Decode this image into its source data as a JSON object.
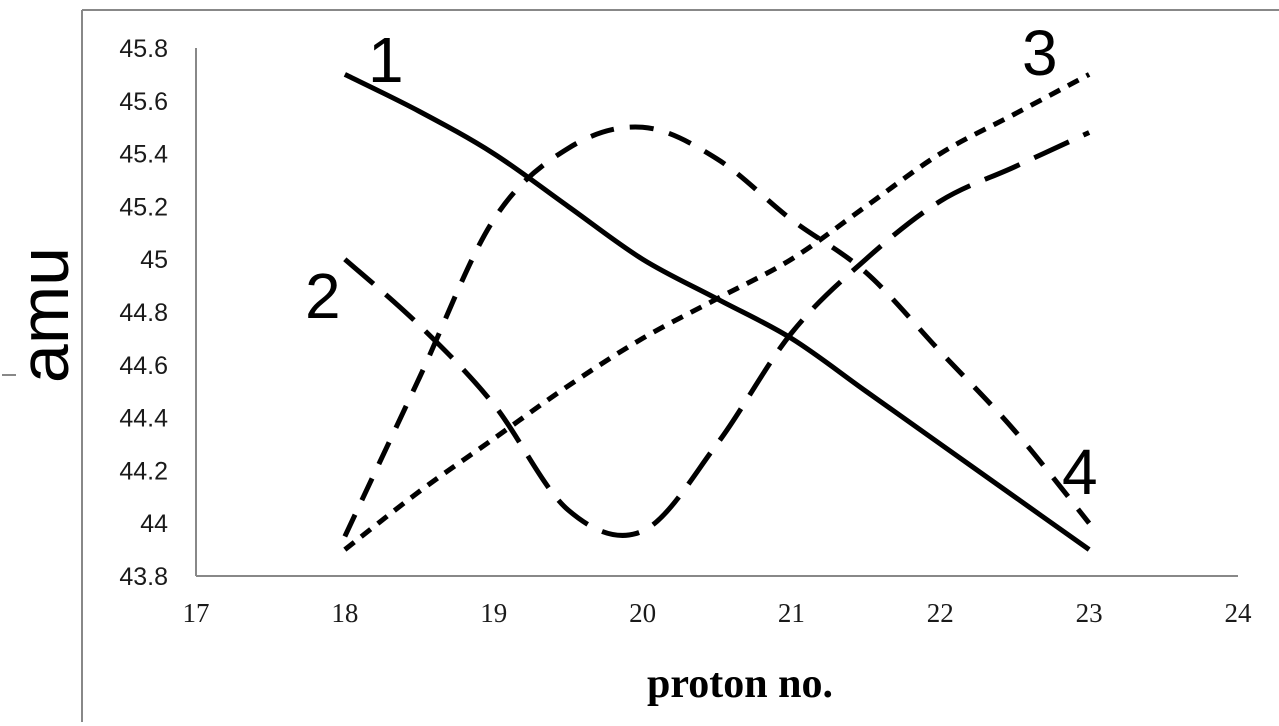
{
  "chart_data": {
    "type": "line",
    "xlabel": "proton no.",
    "ylabel": "amu",
    "xlim": [
      17,
      24
    ],
    "ylim": [
      43.8,
      45.8
    ],
    "x_ticks": [
      "17",
      "18",
      "19",
      "20",
      "21",
      "22",
      "23",
      "24"
    ],
    "y_ticks": [
      "43.8",
      "44",
      "44.2",
      "44.4",
      "44.6",
      "44.8",
      "45",
      "45.2",
      "45.4",
      "45.6",
      "45.8"
    ],
    "grid": false,
    "series": [
      {
        "name": "1",
        "line_style": "solid",
        "x": [
          18,
          18.5,
          19,
          19.5,
          20,
          20.5,
          21,
          21.5,
          22,
          22.5,
          23
        ],
        "y": [
          45.7,
          45.56,
          45.4,
          45.2,
          45.0,
          44.85,
          44.7,
          44.5,
          44.3,
          44.1,
          43.9
        ]
      },
      {
        "name": "2",
        "line_style": "long-dash",
        "x": [
          18,
          18.5,
          19,
          19.5,
          20,
          20.5,
          21,
          21.5,
          22,
          22.5,
          23
        ],
        "y": [
          45.0,
          44.75,
          44.45,
          44.05,
          43.97,
          44.3,
          44.72,
          45.0,
          45.22,
          45.35,
          45.48
        ]
      },
      {
        "name": "3",
        "line_style": "dotted-dash",
        "x": [
          18,
          18.5,
          19,
          19.5,
          20,
          20.5,
          21,
          21.5,
          22,
          22.5,
          23
        ],
        "y": [
          43.9,
          44.12,
          44.32,
          44.52,
          44.7,
          44.85,
          45.0,
          45.2,
          45.4,
          45.55,
          45.7
        ]
      },
      {
        "name": "4",
        "line_style": "medium-dash",
        "x": [
          18,
          18.5,
          19,
          19.5,
          20,
          20.5,
          21,
          21.5,
          22,
          22.5,
          23
        ],
        "y": [
          43.95,
          44.55,
          45.15,
          45.42,
          45.5,
          45.38,
          45.15,
          44.95,
          44.65,
          44.35,
          44.0
        ]
      }
    ]
  }
}
